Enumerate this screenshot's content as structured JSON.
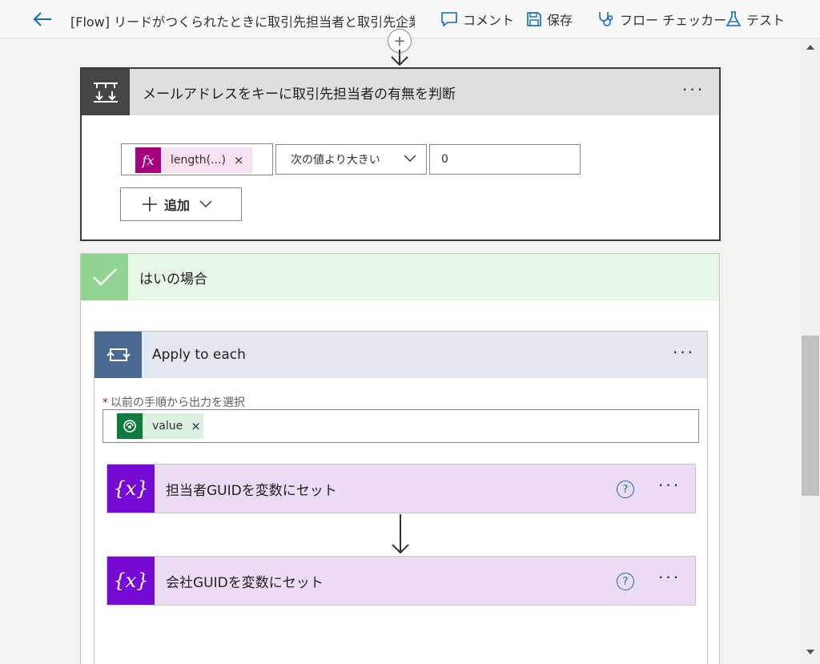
{
  "header": {
    "title": "[Flow] リードがつくられたときに取引先担当者と取引先企業",
    "commands": {
      "comment": "コメント",
      "save": "保存",
      "checker": "フロー チェッカー",
      "test": "テスト"
    }
  },
  "condition": {
    "title": "メールアドレスをキーに取引先担当者の有無を判断",
    "expression_token": "length(...)",
    "token_remove": "×",
    "operator": "次の値より大きい",
    "value": "0",
    "add_label": "追加",
    "more": "···"
  },
  "yes_branch": {
    "title": "はいの場合"
  },
  "apply_to_each": {
    "title": "Apply to each",
    "more": "···",
    "field_label": "以前の手順から出力を選択",
    "required_mark": "*",
    "token": "value",
    "token_remove": "×"
  },
  "actions": [
    {
      "title": "担当者GUIDを変数にセット",
      "help": "?",
      "more": "···"
    },
    {
      "title": "会社GUIDを変数にセット",
      "help": "?",
      "more": "···"
    }
  ],
  "icons": {
    "fx_symbol": "fx",
    "var_symbol": "{x}"
  },
  "colors": {
    "condition_icon": "#484644",
    "yes_icon": "#92d492",
    "apply_icon": "#486991",
    "variable_icon": "#770bd6",
    "expression_token": "#a4037d",
    "dataverse_token": "#0f7b3f",
    "accent": "#0f6cbd"
  }
}
